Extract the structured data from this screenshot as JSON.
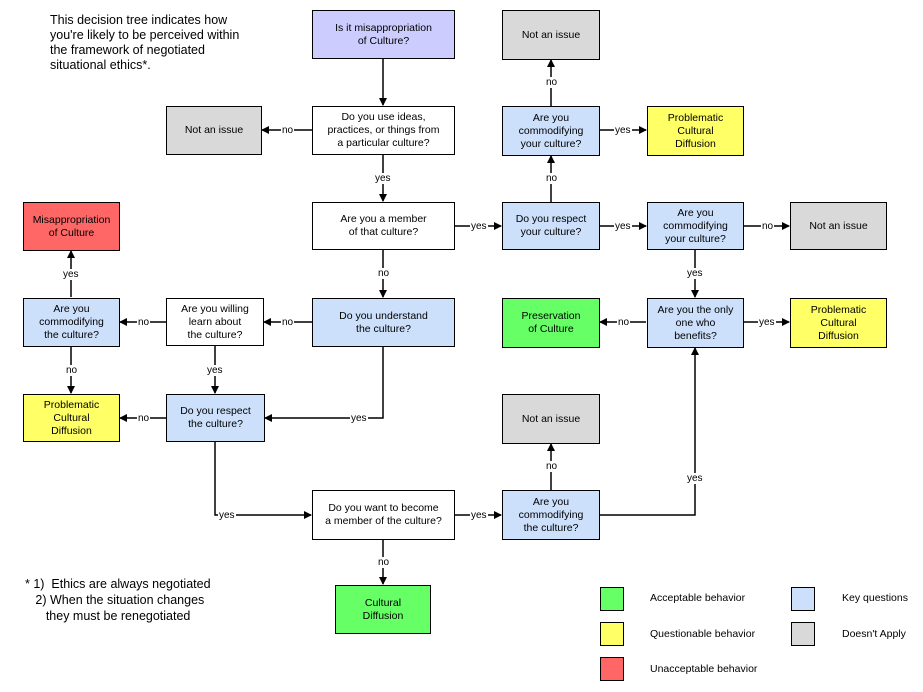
{
  "intro": "This decision tree indicates how\nyou're likely to be perceived within\nthe framework of negotiated\nsituational ethics*.",
  "footnote": "* 1)  Ethics are always negotiated\n   2) When the situation changes\n      they must be renegotiated",
  "nodes": {
    "q_misappropriation": "Is it misappropriation\nof Culture?",
    "q_use_ideas": "Do you use ideas,\npractices, or things from\na particular culture?",
    "q_member": "Are you a member\nof that culture?",
    "q_understand": "Do you understand\nthe culture?",
    "q_willing": "Are you willing\nlearn about\nthe culture?",
    "q_commod_left": "Are you\ncommodifying\nthe culture?",
    "q_respect_left": "Do you respect\nthe culture?",
    "q_want_member": "Do you want to become\na member of the culture?",
    "q_commod_bottom": "Are you\ncommodifying\nthe culture?",
    "q_respect_yours": "Do you respect\nyour culture?",
    "q_commod_yours_top": "Are you\ncommodifying\nyour culture?",
    "q_commod_yours_right": "Are you\ncommodifying\nyour culture?",
    "q_only_one": "Are you the only\none who benefits?",
    "r_not_issue_left": "Not an issue",
    "r_not_issue_top": "Not an issue",
    "r_not_issue_right": "Not an issue",
    "r_not_issue_bottom": "Not an issue",
    "r_misappropriation": "Misappropriation\nof Culture",
    "r_problematic_left": "Problematic\nCultural\nDiffusion",
    "r_problematic_top": "Problematic\nCultural\nDiffusion",
    "r_problematic_right": "Problematic\nCultural\nDiffusion",
    "r_preservation": "Preservation\nof Culture",
    "r_cultural_diffusion": "Cultural\nDiffusion"
  },
  "edge_labels": {
    "yes": "yes",
    "no": "no"
  },
  "legend": {
    "acceptable": "Acceptable behavior",
    "questionable": "Questionable behavior",
    "unacceptable": "Unacceptable behavior",
    "key": "Key questions",
    "doesnt_apply": "Doesn't Apply"
  },
  "colors": {
    "key_question": "#cce0fb",
    "acceptable": "#66ff66",
    "questionable": "#ffff66",
    "unacceptable": "#ff6666",
    "doesnt_apply": "#d9d9d9",
    "start": "#ccccff"
  }
}
